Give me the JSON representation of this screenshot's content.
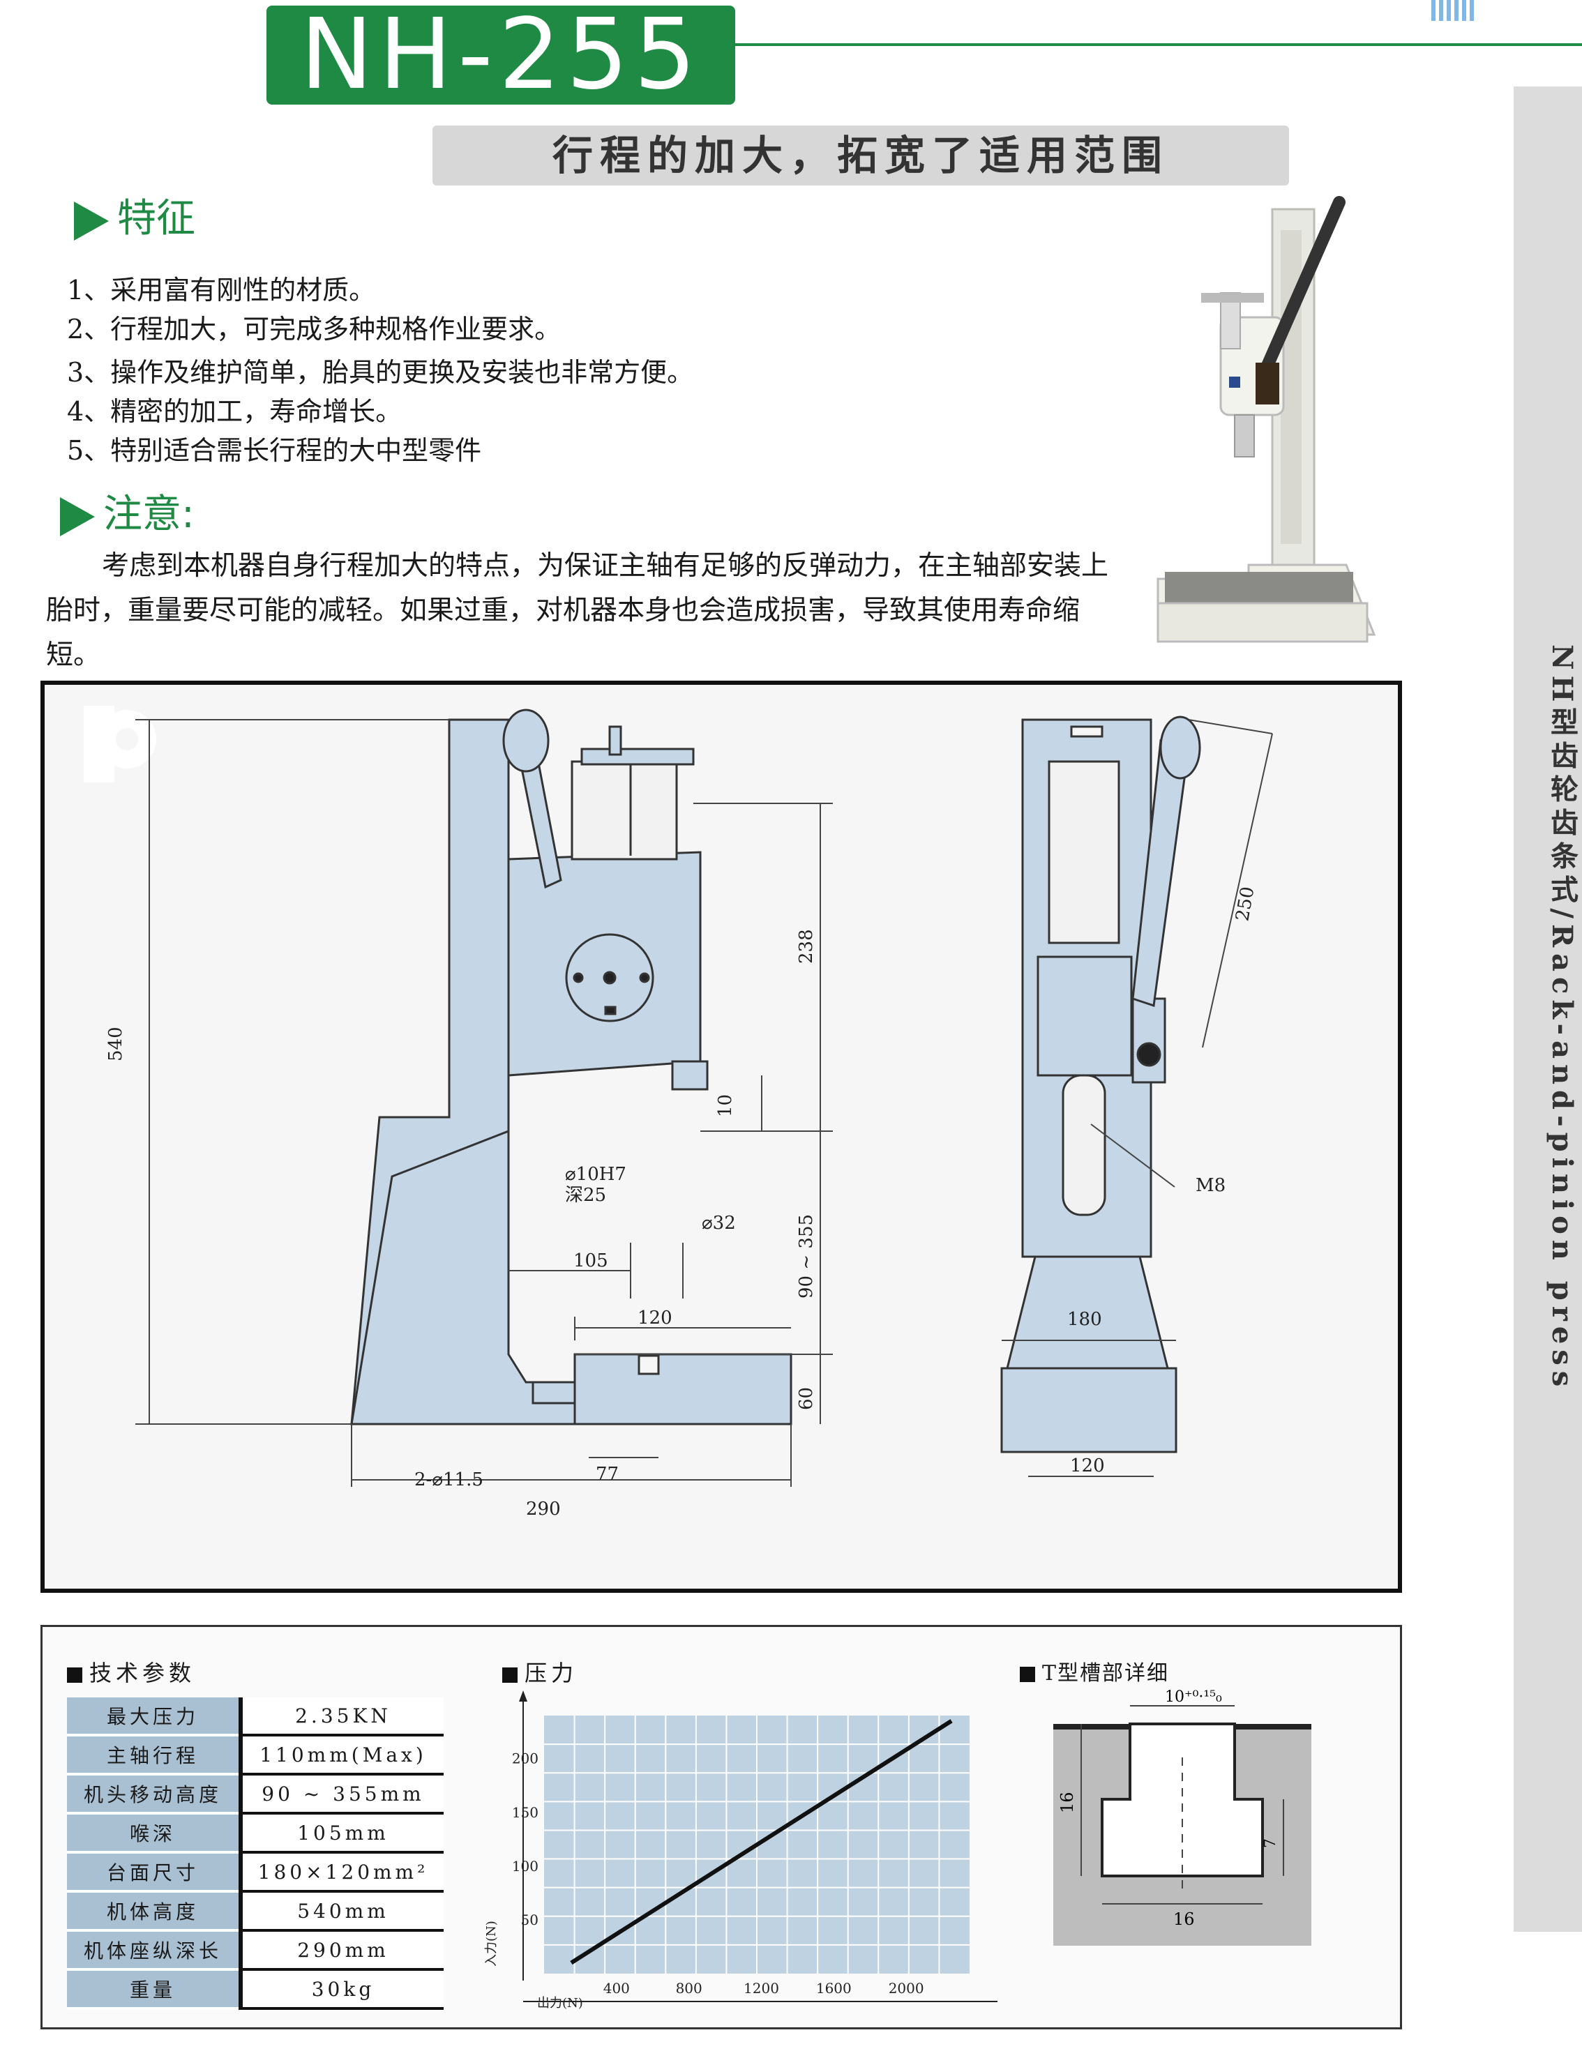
{
  "header": {
    "model": "NH-255",
    "tagline": "行程的加大，拓宽了适用范围"
  },
  "features": {
    "heading": "特征",
    "items": [
      "1、采用富有刚性的材质。",
      "2、行程加大，可完成多种规格作业要求。",
      "3、操作及维护简单，胎具的更换及安装也非常方便。",
      "4、精密的加工，寿命增长。",
      "5、特别适合需长行程的大中型零件"
    ]
  },
  "note": {
    "heading": "注意:",
    "text": "考虑到本机器自身行程加大的特点，为保证主轴有足够的反弹动力，在主轴部安装上胎时，重量要尽可能的减轻。如果过重，对机器本身也会造成损害，导致其使用寿命缩短。"
  },
  "side_label": "NH型齿轮齿条式/Rack-and-pinion press",
  "drawing": {
    "dims": {
      "height_540": "540",
      "d238": "238",
      "d10": "10",
      "bore": "⌀10H7",
      "bore_depth": "深25",
      "dia32": "⌀32",
      "range": "90 ~ 355",
      "throat": "105",
      "table_w": "120",
      "d60": "60",
      "holes": "2-⌀11.5",
      "d77": "77",
      "d290": "290",
      "d250": "250",
      "m8": "M8",
      "d180": "180",
      "d120b": "120"
    }
  },
  "specs": {
    "heading": "技术参数",
    "rows": [
      {
        "k": "最大压力",
        "v": "2.35KN"
      },
      {
        "k": "主轴行程",
        "v": "110mm(Max)"
      },
      {
        "k": "机头移动高度",
        "v": "90 ~ 355mm"
      },
      {
        "k": "喉深",
        "v": "105mm"
      },
      {
        "k": "台面尺寸",
        "v": "180×120mm²"
      },
      {
        "k": "机体高度",
        "v": "540mm"
      },
      {
        "k": "机体座纵深长",
        "v": "290mm"
      },
      {
        "k": "重量",
        "v": "30kg"
      }
    ]
  },
  "tslot": {
    "heading": "T型槽部详细",
    "width_top": "10⁺⁰·¹⁵₀",
    "depth": "16",
    "lower": "7",
    "bottom": "16"
  },
  "chart_data": {
    "type": "line",
    "title": "压力",
    "xlabel": "出力(N)",
    "ylabel": "入力(N)",
    "x_ticks": [
      400,
      800,
      1200,
      1600,
      2000
    ],
    "y_ticks": [
      50,
      100,
      150,
      200
    ],
    "xlim": [
      0,
      2350
    ],
    "ylim": [
      0,
      240
    ],
    "series": [
      {
        "x": [
          150,
          2250
        ],
        "y": [
          10,
          235
        ]
      }
    ]
  },
  "colors": {
    "brand_green": "#1f8a44",
    "machine_blue": "#c5d6e6",
    "grid_blue": "#bfd2e2"
  }
}
